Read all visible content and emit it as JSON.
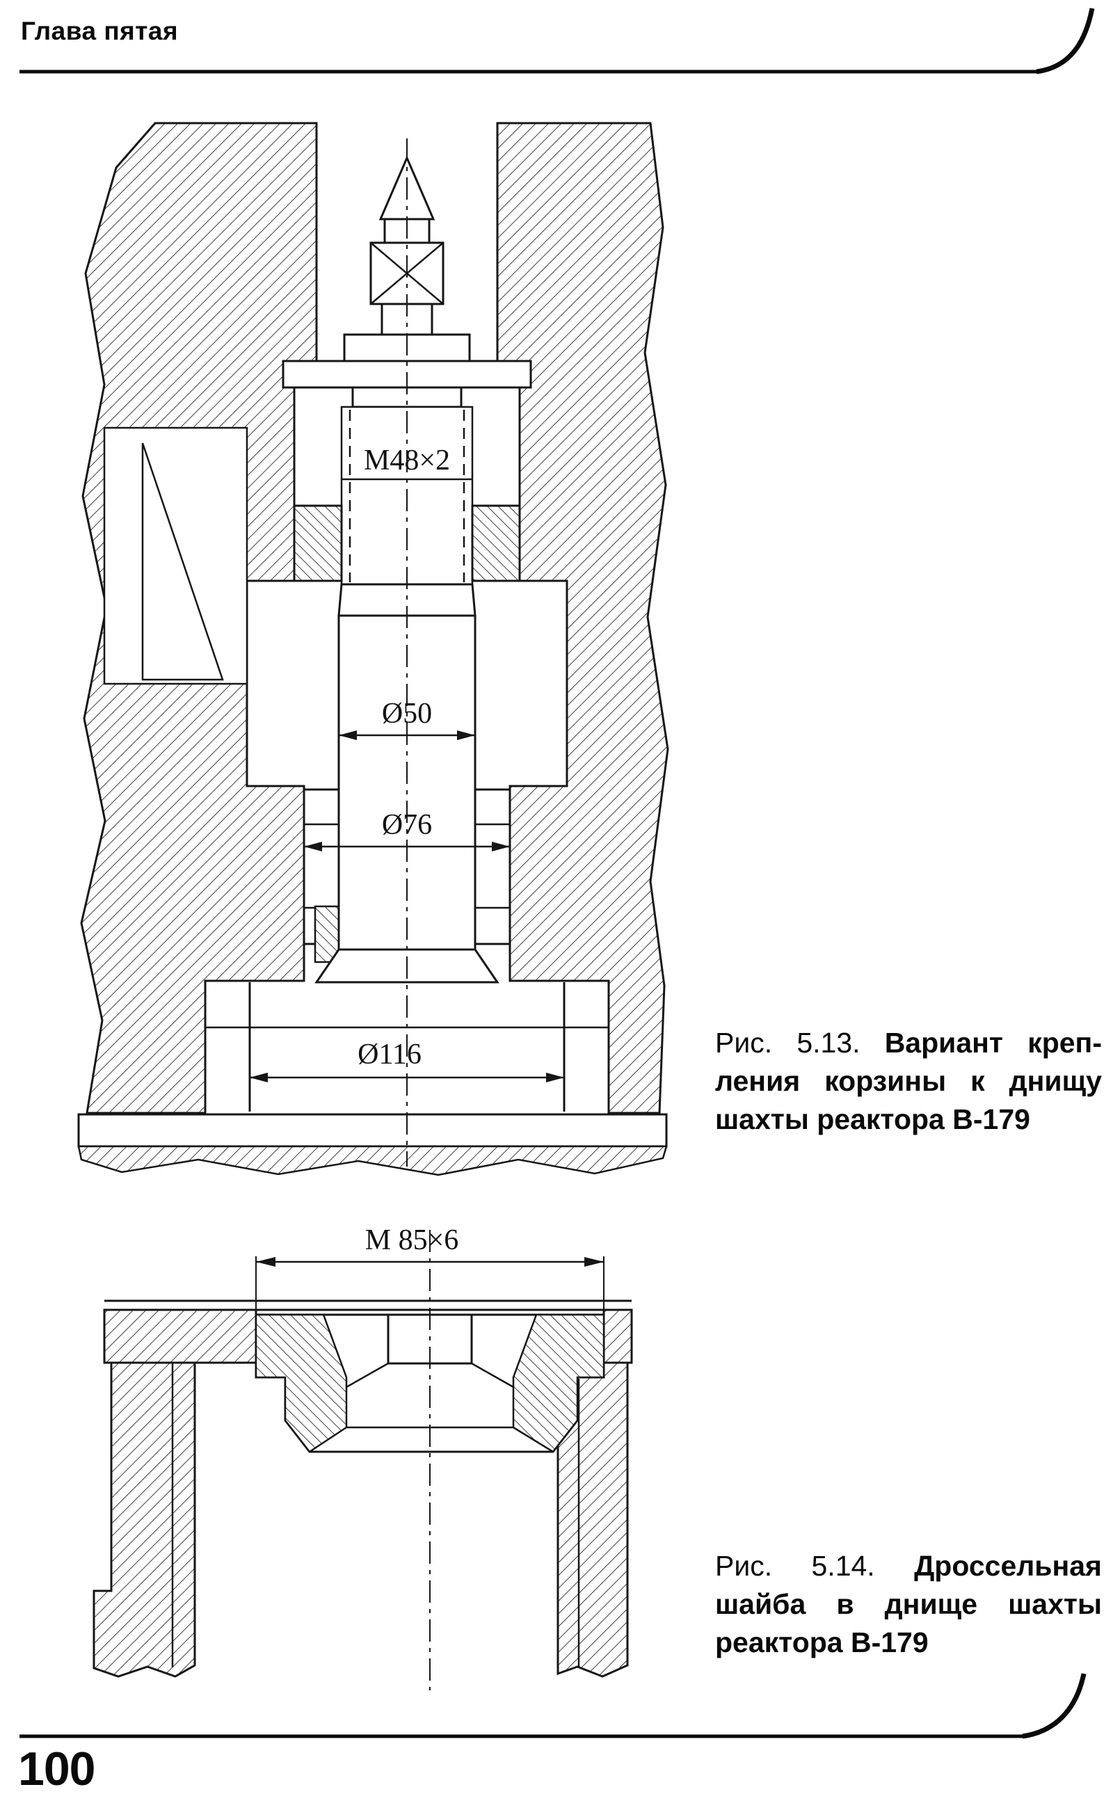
{
  "header": {
    "chapter": "Глава пятая"
  },
  "footer": {
    "page_number": "100"
  },
  "figure1": {
    "dim_thread": "M48×2",
    "dim_d50": "Ø50",
    "dim_d76": "Ø76",
    "dim_d116": "Ø116",
    "caption": {
      "prefix": "Рис. 5.13.",
      "line1_bold": "Вариант креп-",
      "line2": "ления корзины к днищу",
      "line3": "шахты реактора В-179"
    }
  },
  "figure2": {
    "dim_thread": "М 85×6",
    "caption": {
      "prefix": "Рис. 5.14.",
      "line1_bold": "Дроссельная",
      "line2": "шайба в днище шахты",
      "line3": "реактора В-179"
    }
  }
}
